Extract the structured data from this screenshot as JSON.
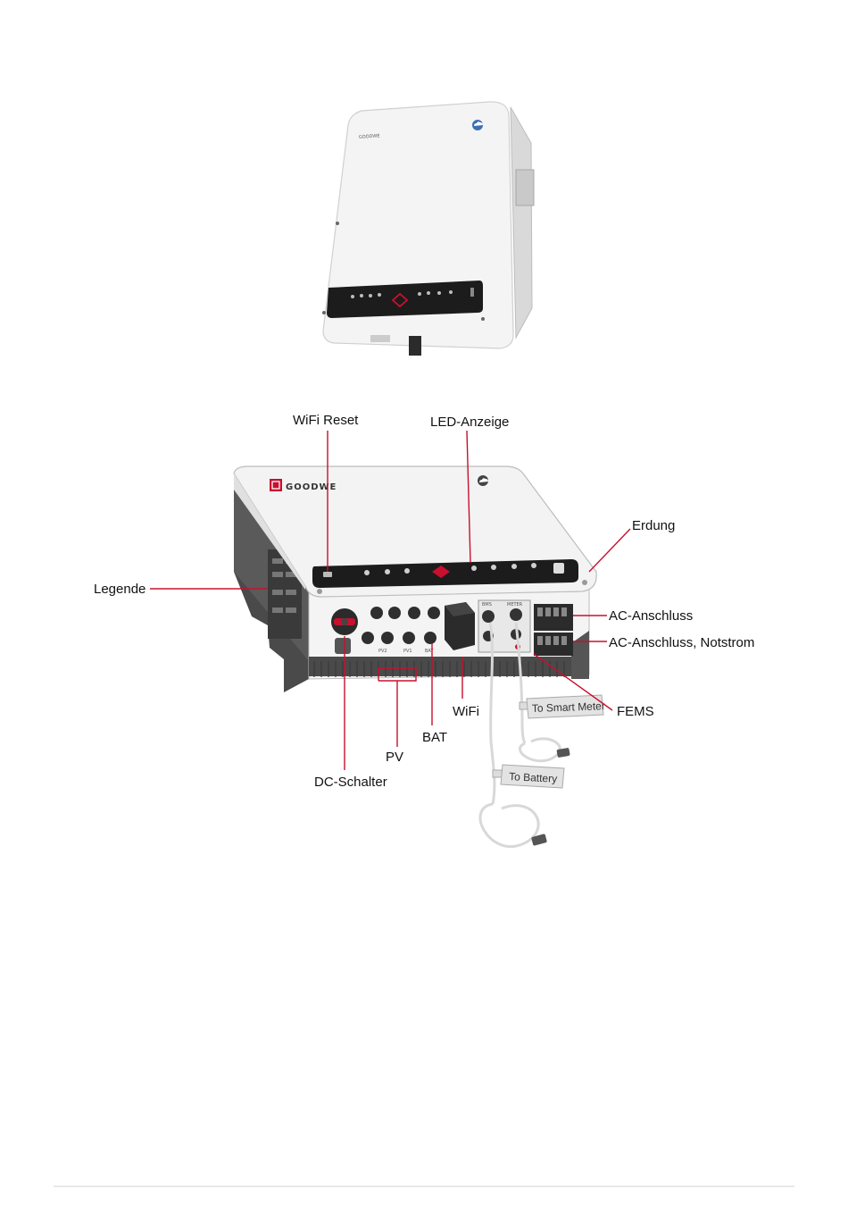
{
  "top_unit": {
    "brand_text": "GOODWE"
  },
  "main_unit": {
    "brand_text": "GOODWE",
    "port_labels": {
      "pv1": "PV1",
      "pv2": "PV2",
      "bat": "BAT",
      "meter": "METER",
      "bms": "BMS"
    }
  },
  "callouts": {
    "wifi_reset": "WiFi Reset",
    "led_anzeige": "LED-Anzeige",
    "erdung": "Erdung",
    "legende": "Legende",
    "ac_anschluss": "AC-Anschluss",
    "ac_notstrom": "AC-Anschluss, Notstrom",
    "wifi": "WiFi",
    "fems": "FEMS",
    "bat": "BAT",
    "pv": "PV",
    "dc_schalter": "DC-Schalter"
  },
  "cable_tags": {
    "smart_meter": "To Smart Meter",
    "battery": "To Battery"
  },
  "colors": {
    "accent": "#c8102e",
    "panel": "#1c1c1c",
    "body": "#f2f2f2",
    "dark_body": "#4a4a4a"
  }
}
